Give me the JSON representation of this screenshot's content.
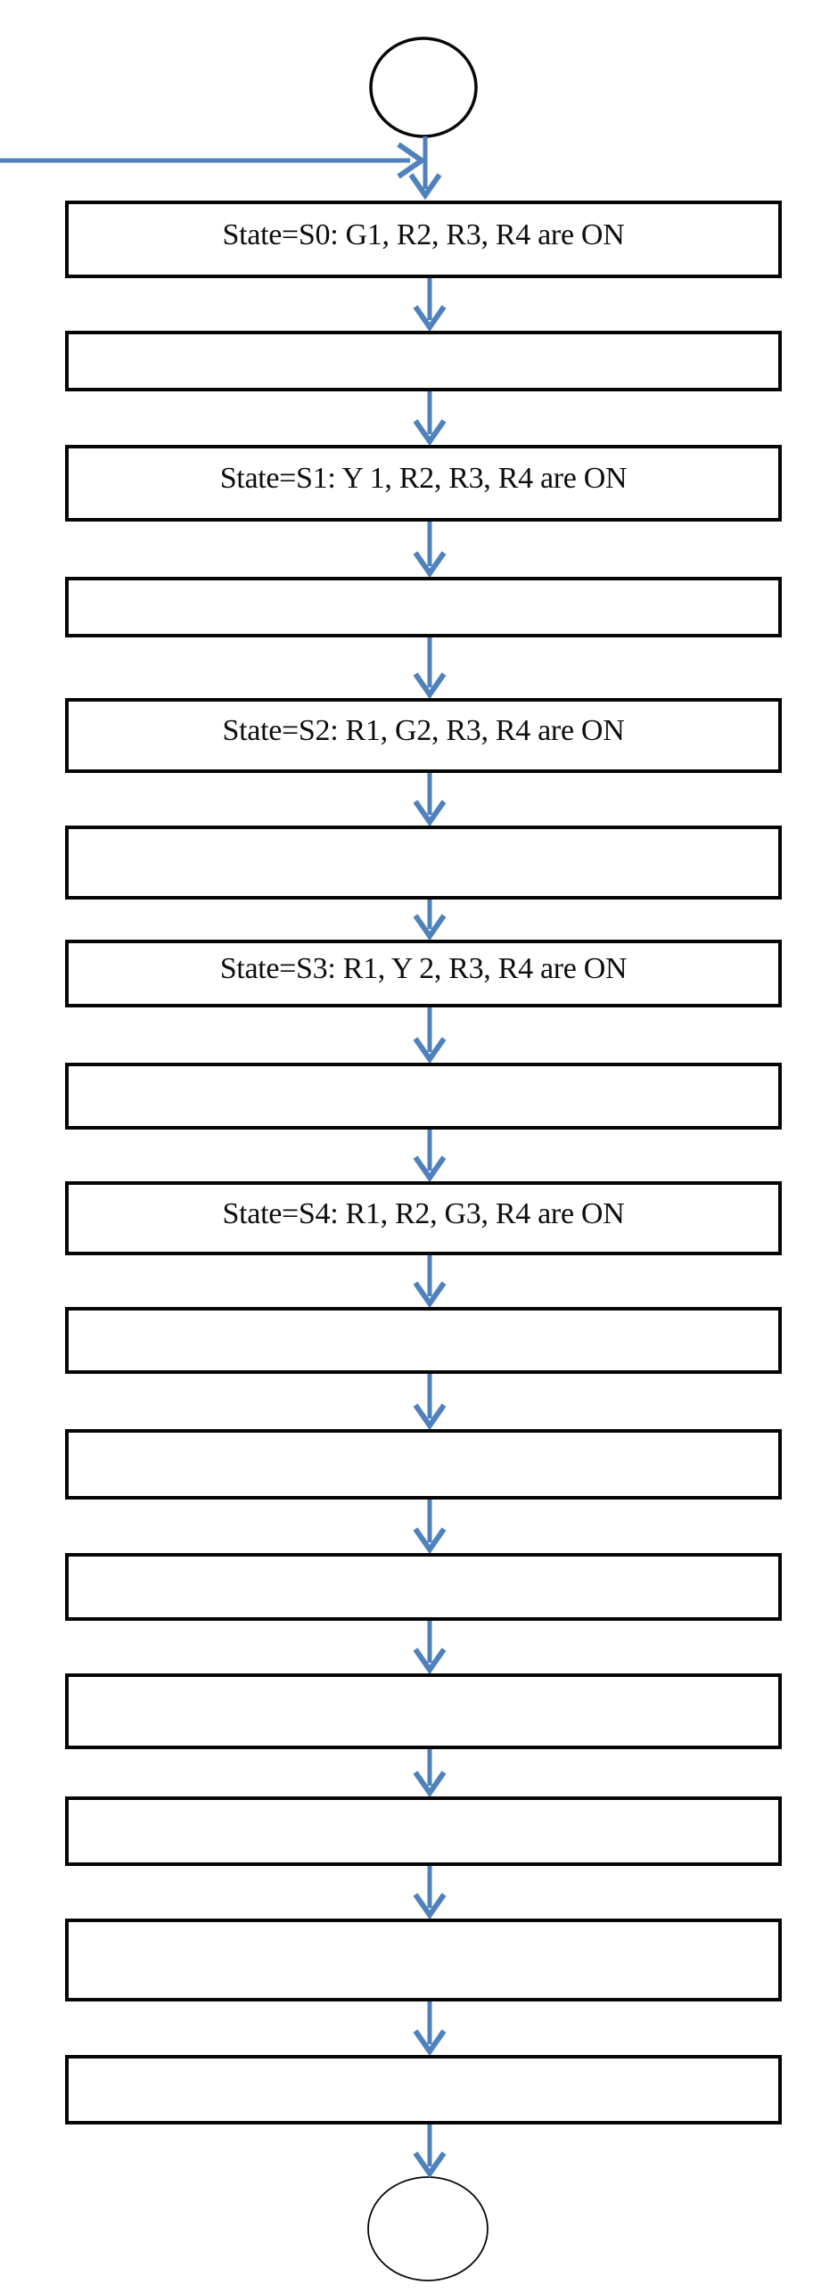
{
  "diagram": {
    "type": "flowchart",
    "direction": "top-to-bottom",
    "colors": {
      "arrow": "#4f81bd",
      "border": "#060606",
      "background": "#ffffff",
      "text": "#0d0d0d"
    },
    "nodes": [
      {
        "id": "start",
        "shape": "circle",
        "label": ""
      },
      {
        "id": "s0",
        "shape": "rect",
        "label": "State=S0: G1, R2, R3, R4 are ON"
      },
      {
        "id": "p1",
        "shape": "rect",
        "label": ""
      },
      {
        "id": "s1",
        "shape": "rect",
        "label": "State=S1: Y 1, R2, R3, R4 are ON"
      },
      {
        "id": "p2",
        "shape": "rect",
        "label": ""
      },
      {
        "id": "s2",
        "shape": "rect",
        "label": "State=S2: R1, G2, R3, R4 are ON"
      },
      {
        "id": "p3",
        "shape": "rect",
        "label": ""
      },
      {
        "id": "s3",
        "shape": "rect",
        "label": "State=S3: R1, Y 2, R3, R4 are ON"
      },
      {
        "id": "p4",
        "shape": "rect",
        "label": ""
      },
      {
        "id": "s4",
        "shape": "rect",
        "label": "State=S4: R1, R2, G3, R4 are ON"
      },
      {
        "id": "p5",
        "shape": "rect",
        "label": ""
      },
      {
        "id": "p6",
        "shape": "rect",
        "label": ""
      },
      {
        "id": "p7",
        "shape": "rect",
        "label": ""
      },
      {
        "id": "p8",
        "shape": "rect",
        "label": ""
      },
      {
        "id": "p9",
        "shape": "rect",
        "label": ""
      },
      {
        "id": "p10",
        "shape": "rect",
        "label": ""
      },
      {
        "id": "p11",
        "shape": "rect",
        "label": ""
      },
      {
        "id": "end",
        "shape": "ellipse",
        "label": ""
      }
    ],
    "edges": "start>s0>p1>s1>p2>s2>p3>s3>p4>s4>p5>p6>p7>p8>p9>p10>p11>end, plus an incoming arrow from the left edge into the junction above s0"
  }
}
